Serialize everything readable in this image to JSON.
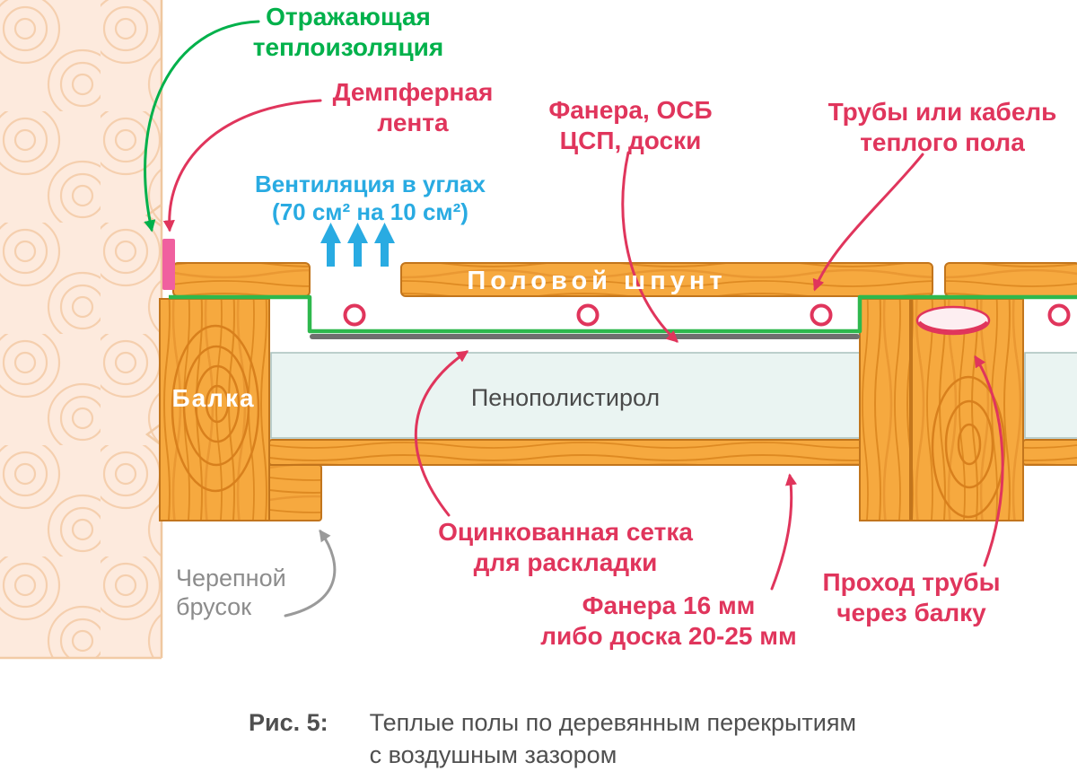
{
  "colors": {
    "annotation_green": "#00b14b",
    "annotation_red": "#e0355c",
    "annotation_blue": "#29abe2",
    "annotation_gray": "#8c8c8c",
    "caption_text": "#4f4f4f",
    "wood": "#f6a93f",
    "wood_outline": "#c2751c",
    "wall": "#fdeadd",
    "polystyrene_fill": "#eaf4f2",
    "damper_tape_pink": "#f0609f",
    "mesh_gray": "#6f6f6f"
  },
  "labels": {
    "reflective_insulation": "Отражающая\nтеплоизоляция",
    "damper_tape": "Демпферная\nлента",
    "ventilation": "Вентиляция в углах\n(70 см² на 10 см²)",
    "plywood_osb": "Фанера, ОСБ\nЦСП, доски",
    "pipes_cable": "Трубы или кабель\nтеплого пола",
    "floor_tongue": "Половой шпунт",
    "beam": "Балка",
    "polystyrene": "Пенополистирол",
    "galvanized_mesh": "Оцинкованная сетка\nдля раскладки",
    "plywood_bottom": "Фанера 16 мм\nлибо доска 20-25 мм",
    "cranial_bar": "Черепной\nбрусок",
    "pipe_through_beam": "Проход трубы\nчерез балку"
  },
  "caption": {
    "figure": "Рис. 5:",
    "text": "Теплые полы по деревянным перекрытиям\nс воздушным зазором"
  }
}
